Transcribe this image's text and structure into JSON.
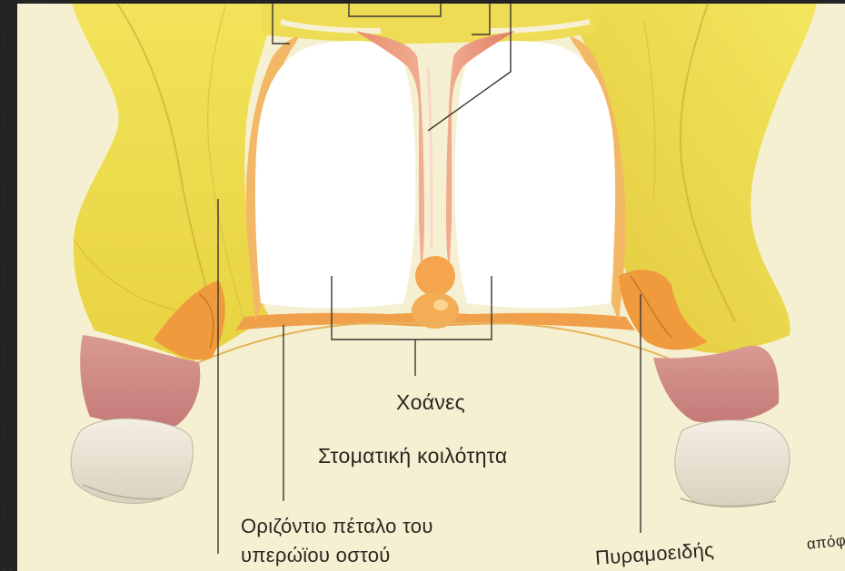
{
  "figure": {
    "labels": {
      "choanae": "Χοάνες",
      "oral_cavity": "Στοματική κοιλότητα",
      "horizontal_plate_line1": "Οριζόντιο πέταλο του",
      "horizontal_plate_line2": "υπερώϊου οστού",
      "pyramidal_process_a": "Πυραμοειδής",
      "pyramidal_process_b": "απόφυση"
    },
    "colors": {
      "background_frame": "#232323",
      "page": "#f6f0d2",
      "bone_yellow": "#eedf4a",
      "bone_shadow": "#cdb53a",
      "palatine_orange": "#f0a04a",
      "septum_pink": "#e59b7d",
      "muscle_pink": "#c98a86",
      "tooth": "#ece4d2",
      "leader_line": "#3c3530"
    }
  }
}
